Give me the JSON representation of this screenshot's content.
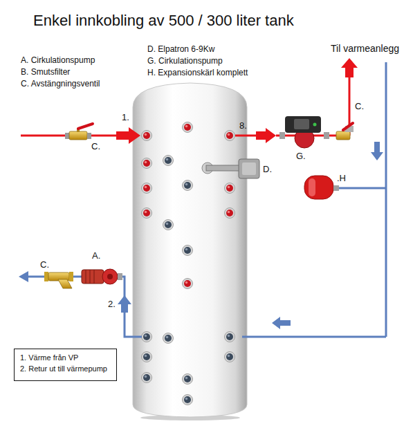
{
  "diagram": {
    "title": "Enkel innkobling av 500 / 300 liter tank",
    "nodes": [
      {
        "text": [
          "1. Värme från VP",
          "2. Retur ut till värmepump"
        ]
      }
    ],
    "labels": [
      "A. Cirkulationspump",
      "B. Smutsfilter",
      "C. Avstängningsventil",
      "D. Elpatron 6-9Kw",
      "G. Cirkulationspump",
      "H. Expansionskärl komplett",
      "Til varmeanlegg",
      "1.",
      "8.",
      "C.",
      "C.",
      "G.",
      "D.",
      ".H",
      "A.",
      "C.",
      "2."
    ]
  }
}
